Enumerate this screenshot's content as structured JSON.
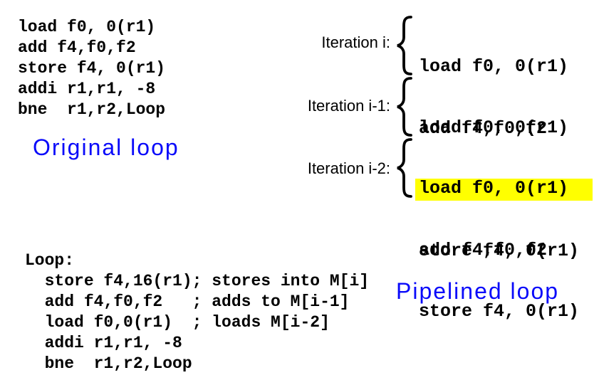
{
  "colors": {
    "highlight": "#ffff00",
    "accent_blue": "#0a0afa",
    "text": "#000000",
    "background": "#ffffff"
  },
  "original_loop": {
    "label": "Original loop",
    "code": [
      "load f0, 0(r1)",
      "add f4,f0,f2",
      "store f4, 0(r1)",
      "addi r1,r1, -8",
      "bne  r1,r2,Loop"
    ]
  },
  "iterations": [
    {
      "label": "Iteration i:",
      "lines": [
        {
          "text": "load f0, 0(r1)",
          "highlight": false
        },
        {
          "text": "add f4,f0,f2",
          "highlight": false
        },
        {
          "text": "store f4, 0(r1)",
          "highlight": true
        }
      ]
    },
    {
      "label": "Iteration i-1:",
      "lines": [
        {
          "text": "load f0, 0(r1)",
          "highlight": false
        },
        {
          "text": "add f4,f0,f2",
          "highlight": true
        },
        {
          "text": "store f4, 0(r1)",
          "highlight": false
        }
      ]
    },
    {
      "label": "Iteration i-2:",
      "lines": [
        {
          "text": "load f0, 0(r1)",
          "highlight": true
        },
        {
          "text": "add f4,f0,f2",
          "highlight": false
        },
        {
          "text": "store f4, 0(r1)",
          "highlight": false
        }
      ]
    }
  ],
  "pipelined_loop": {
    "label": "Pipelined loop",
    "code": [
      "Loop:",
      "  store f4,16(r1); stores into M[i]",
      "  add f4,f0,f2   ; adds to M[i-1]",
      "  load f0,0(r1)  ; loads M[i-2]",
      "  addi r1,r1, -8",
      "  bne  r1,r2,Loop"
    ]
  }
}
